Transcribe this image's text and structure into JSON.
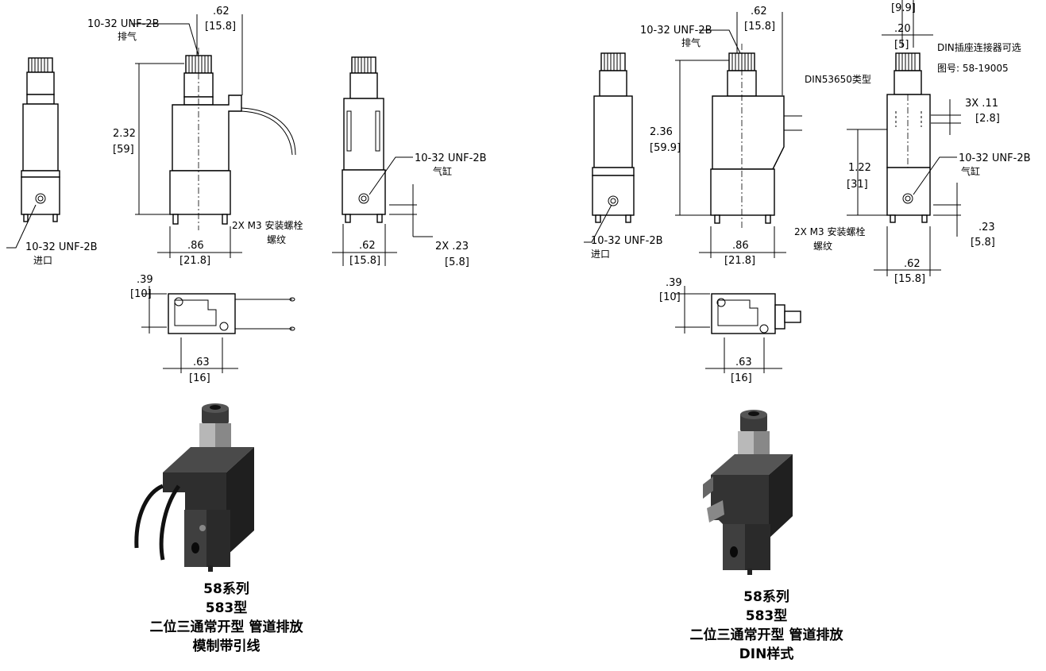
{
  "left": {
    "port_exhaust": "10-32 UNF-2B",
    "port_exhaust_cn": "排气",
    "width_top": ".62",
    "width_top_mm": "[15.8]",
    "height": "2.32",
    "height_mm": "[59]",
    "port_cyl": "10-32 UNF-2B",
    "port_cyl_cn": "气缸",
    "port_in": "10-32 UNF-2B",
    "port_in_cn": "进口",
    "mount": "2X M3 安装螺栓",
    "mount_cn": "螺纹",
    "base_w": ".86",
    "base_w_mm": "[21.8]",
    "side_w": ".62",
    "side_w_mm": "[15.8]",
    "pin": "2X .23",
    "pin_mm": "[5.8]",
    "top_h": ".39",
    "top_h_mm": "[10]",
    "top_w": ".63",
    "top_w_mm": "[16]",
    "caption": [
      "58系列",
      "583型",
      "二位三通常开型 管道排放",
      "模制带引线"
    ]
  },
  "right": {
    "top_clip_mm": "[9.9]",
    "port_exhaust": "10-32 UNF-2B",
    "port_exhaust_cn": "排气",
    "width_top": ".62",
    "width_top_mm": "[15.8]",
    "din_small": ".20",
    "din_small_mm": "[5]",
    "din_note1": "DIN插座连接器可选",
    "din_note2": "图号: 58-19005",
    "din_type": "DIN53650类型",
    "height": "2.36",
    "height_mm": "[59.9]",
    "pins": "3X .11",
    "pins_mm": "[2.8]",
    "h2": "1.22",
    "h2_mm": "[31]",
    "port_cyl": "10-32 UNF-2B",
    "port_cyl_cn": "气缸",
    "port_in": "10-32 UNF-2B",
    "port_in_cn": "进口",
    "mount": "2X M3 安装螺栓",
    "mount_cn": "螺纹",
    "base_w": ".86",
    "base_w_mm": "[21.8]",
    "pin": ".23",
    "pin_mm": "[5.8]",
    "side_w": ".62",
    "side_w_mm": "[15.8]",
    "top_h": ".39",
    "top_h_mm": "[10]",
    "top_w": ".63",
    "top_w_mm": "[16]",
    "caption": [
      "58系列",
      "583型",
      "二位三通常开型 管道排放",
      "DIN样式"
    ]
  }
}
